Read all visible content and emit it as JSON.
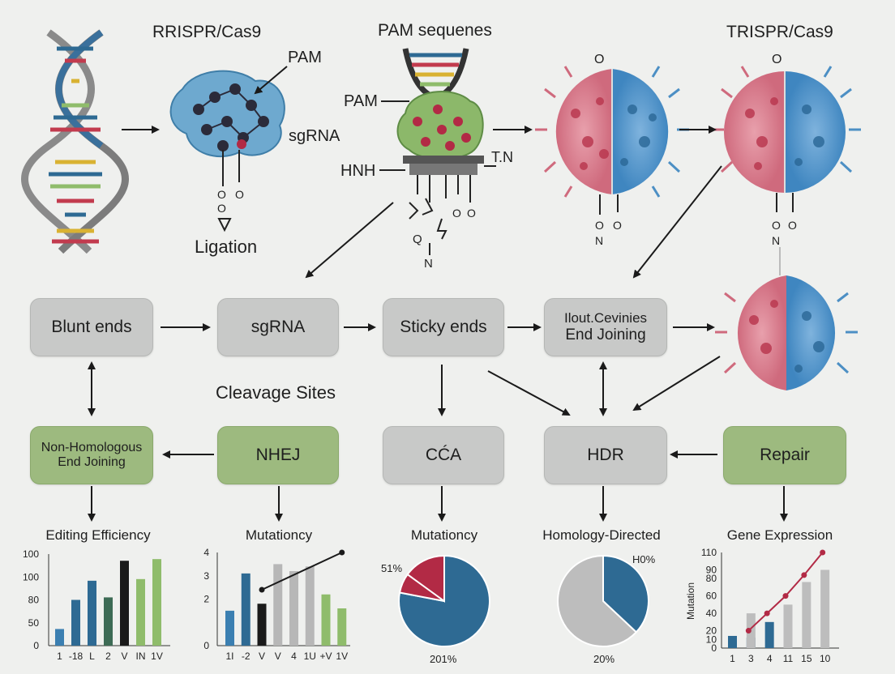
{
  "top_labels": {
    "crispr_left": "RRISPR/Cas9",
    "pam_sequences": "PAM sequenes",
    "crispr_right": "TRISPR/Cas9",
    "pam_a": "PAM",
    "sgrna": "sgRNA",
    "ligation": "Ligation",
    "pam_b": "PAM",
    "hnh": "HNH",
    "tn": "T.N",
    "cleavage_sites": "Cleavage Sites"
  },
  "boxes": {
    "blunt_ends": "Blunt ends",
    "sgrna": "sgRNA",
    "sticky_ends": "Sticky ends",
    "nout_line1": "Ilout.Cevinies",
    "nout_line2": "End Joining",
    "nhej_full_line1": "Non-Homologous",
    "nhej_full_line2": "End Joining",
    "nhej": "NHEJ",
    "cca": "CĆA",
    "hdr": "HDR",
    "repair": "Repair"
  },
  "colors": {
    "blue_dark": "#2e6a93",
    "blue_mid": "#3b7fb1",
    "green_dark": "#3d6b55",
    "green_light": "#8fbc6b",
    "gray_bar": "#b7b7b7",
    "crimson": "#b22a45",
    "black": "#1a1a1a",
    "cell_pink": "#d9788a",
    "cell_blue": "#4c8fc4"
  },
  "chart_data": [
    {
      "type": "bar",
      "title": "Editing Efficiency",
      "categories": [
        "1",
        "-18",
        "L",
        "2",
        "V",
        "IN",
        "1V"
      ],
      "values": [
        20,
        55,
        78,
        58,
        102,
        80,
        104
      ],
      "ytick_labels": [
        "0",
        "50",
        "80",
        "100",
        "100"
      ],
      "bar_colors": [
        "#3b7fb1",
        "#2e6a93",
        "#2e6a93",
        "#3d6b55",
        "#1a1a1a",
        "#8fbc6b",
        "#8fbc6b"
      ]
    },
    {
      "type": "bar",
      "title": "Mutationcy",
      "categories": [
        "1I",
        "-2",
        "V",
        "V",
        "4",
        "1U",
        "+V",
        "1V"
      ],
      "values": [
        1.5,
        3.1,
        1.8,
        3.5,
        3.2,
        3.4,
        2.2,
        1.6
      ],
      "ylim": [
        0,
        4
      ],
      "ytick_labels": [
        "0",
        "2",
        "3",
        "4"
      ],
      "bar_colors": [
        "#3b7fb1",
        "#2e6a93",
        "#1a1a1a",
        "#b7b7b7",
        "#b7b7b7",
        "#b7b7b7",
        "#8fbc6b",
        "#8fbc6b"
      ],
      "line": {
        "from_value": 2.4,
        "to_value": 4.0
      }
    },
    {
      "type": "pie",
      "title": "Mutationcy",
      "slice_labels": [
        "51%",
        "201%"
      ],
      "slices": [
        {
          "value": 78,
          "color": "#2e6a93"
        },
        {
          "value": 7,
          "color": "#b22a45"
        },
        {
          "value": 15,
          "color": "#b22a45"
        }
      ]
    },
    {
      "type": "pie",
      "title": "Homology-Directed",
      "slice_labels": [
        "H0%",
        "20%"
      ],
      "slices": [
        {
          "value": 37,
          "color": "#2e6a93"
        },
        {
          "value": 63,
          "color": "#bdbdbd"
        }
      ]
    },
    {
      "type": "bar",
      "title": "Gene Expression",
      "ylabel": "Mutation",
      "categories": [
        "1",
        "3",
        "4",
        "11",
        "15",
        "10"
      ],
      "ylim": [
        0,
        110
      ],
      "ytick_labels": [
        "0",
        "10",
        "20",
        "40",
        "60",
        "80",
        "90",
        "110"
      ],
      "series": [
        {
          "values": [
            14,
            12,
            30,
            0,
            0,
            0
          ],
          "color": "#2e6a93"
        },
        {
          "values": [
            0,
            40,
            0,
            50,
            76,
            90
          ],
          "color": "#bdbdbd"
        }
      ],
      "line_values": [
        20,
        40,
        60,
        84,
        110
      ],
      "line_color": "#b22a45"
    }
  ]
}
